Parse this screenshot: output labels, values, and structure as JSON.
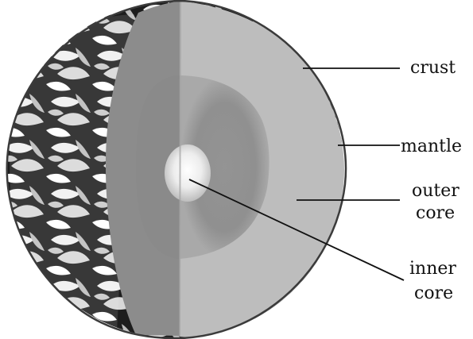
{
  "diagram": {
    "labels": {
      "crust": "crust",
      "mantle": "mantle",
      "outer_core_line1": "outer",
      "outer_core_line2": "core",
      "inner_core_line1": "inner",
      "inner_core_line2": "core"
    },
    "colors": {
      "background": "#ffffff",
      "earth_dark": "#1f1f1f",
      "earth_light": "#f2f2f2",
      "crust": "#8a8a8a",
      "mantle": "#bdbdbd",
      "outer_core": "#9c9c9c",
      "inner_core": "#e6e6e6",
      "leader_lines": "#111111"
    }
  }
}
